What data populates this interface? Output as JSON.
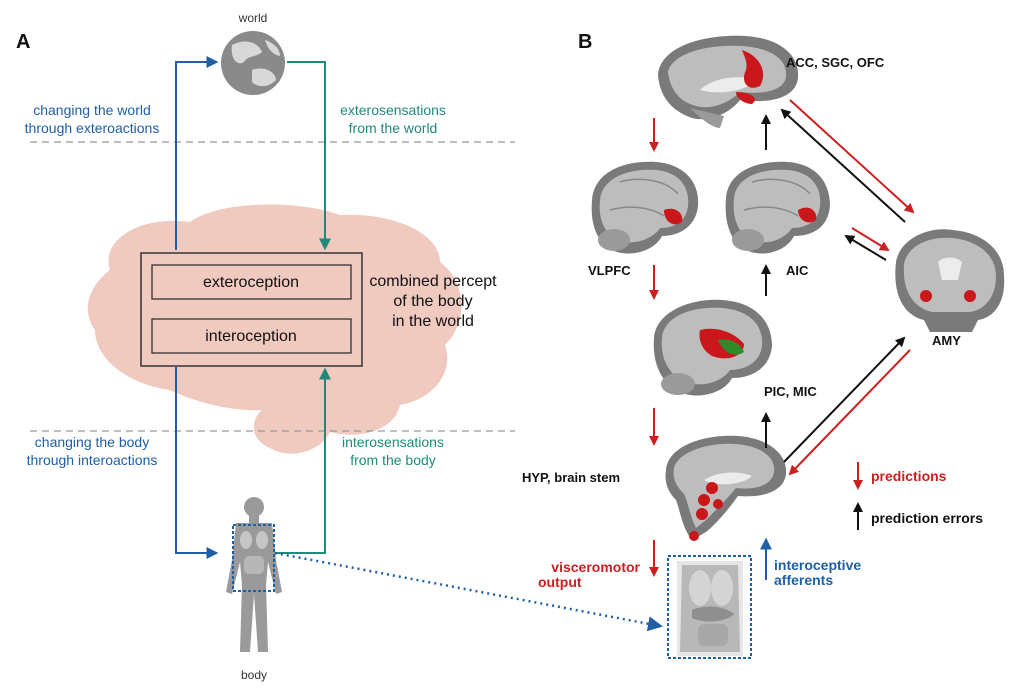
{
  "panel_a": {
    "label": "A",
    "world_label": "world",
    "body_label": "body",
    "exteroactions_line1": "changing the world",
    "exteroactions_line2": "through exteroactions",
    "exterosensations_line1": "exterosensations",
    "exterosensations_line2": "from the world",
    "exteroception": "exteroception",
    "interoception": "interoception",
    "percept_line1": "combined percept",
    "percept_line2": "of the body",
    "percept_line3": "in the world",
    "interoactions_line1": "changing the body",
    "interoactions_line2": "through interoactions",
    "interosensations_line1": "interosensations",
    "interosensations_line2": "from the body"
  },
  "panel_b": {
    "label": "B",
    "acc": "ACC, SGC, OFC",
    "vlpfc": "VLPFC",
    "aic": "AIC",
    "amy": "AMY",
    "pic": "PIC, MIC",
    "hyp": "HYP, brain stem",
    "visceromotor_line1": "visceromotor",
    "visceromotor_line2": "output",
    "afferents_line1": "interoceptive",
    "afferents_line2": "afferents",
    "legend_predictions": "predictions",
    "legend_errors": "prediction errors"
  },
  "colors": {
    "blue": "#1f5fa6",
    "teal": "#1f8a7a",
    "red": "#cc1f1f",
    "black": "#111111",
    "brain_fill": "#f0c9bf",
    "tissue": "#8a8a8a"
  }
}
